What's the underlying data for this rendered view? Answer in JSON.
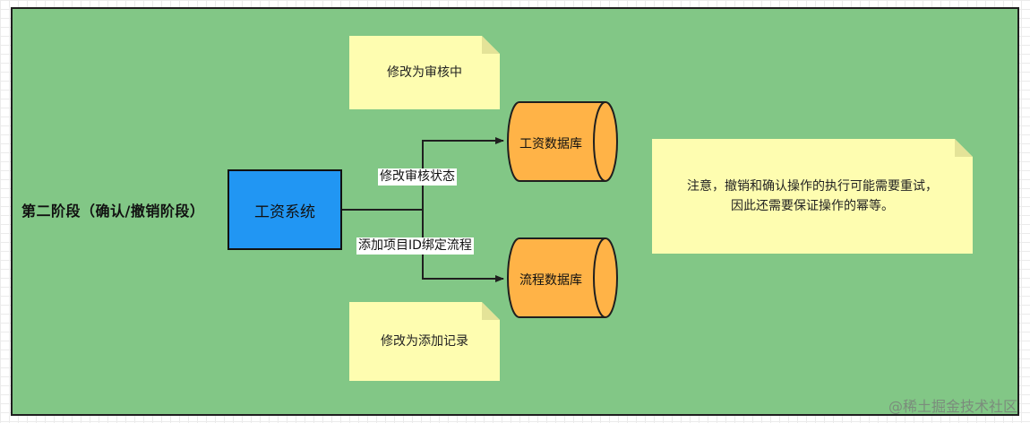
{
  "stage": {
    "title": "第二阶段（确认/撤销阶段）"
  },
  "system": {
    "label": "工资系统"
  },
  "edges": {
    "audit_status": "修改审核状态",
    "bind_process": "添加项目ID绑定流程"
  },
  "databases": {
    "salary": "工资数据库",
    "process": "流程数据库"
  },
  "notes": {
    "top": "修改为审核中",
    "bottom": "修改为添加记录",
    "right_line1": "注意，撤销和确认操作的执行可能需要重试，",
    "right_line2": "因此还需要保证操作的幂等。"
  },
  "watermark": "@稀土掘金技术社区",
  "colors": {
    "panel": "#82c786",
    "system_box": "#2196f3",
    "database": "#ffb347",
    "note": "#fefdb0"
  }
}
